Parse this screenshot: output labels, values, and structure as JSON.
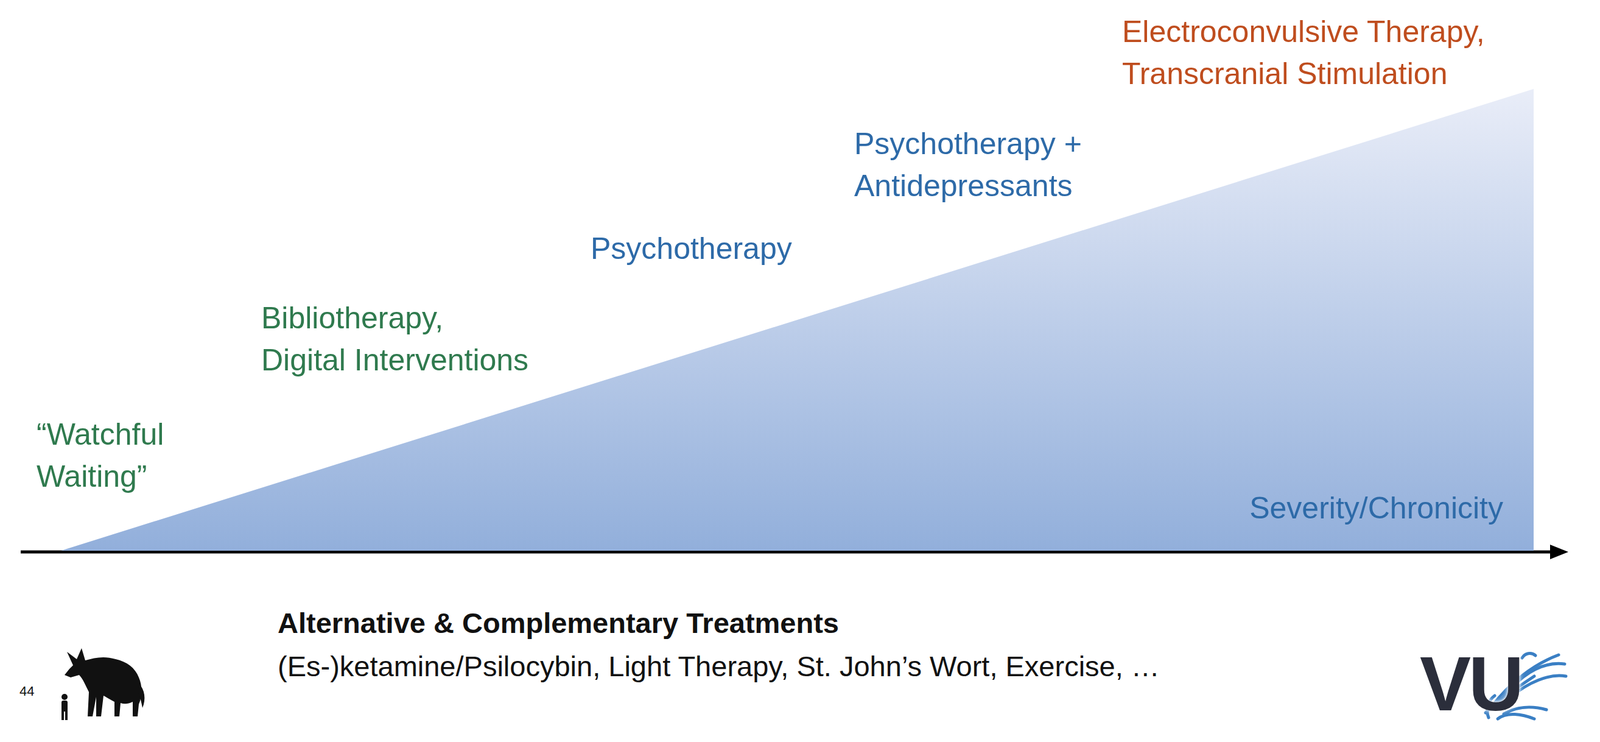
{
  "diagram": {
    "nodes": [
      {
        "text": [
          "Severity/Chronicity"
        ]
      }
    ],
    "labels": [
      "“Watchful Waiting”",
      "Bibliotherapy, Digital Interventions",
      "Psychotherapy",
      "Psychotherapy + Antidepressants",
      "Electroconvulsive Therapy, Transcranial Stimulation",
      "Alternative & Complementary Treatments",
      "(Es-)ketamine/Psilocybin, Light Therapy, St. John’s Wort, Exercise, …",
      "44",
      "VU"
    ]
  }
}
